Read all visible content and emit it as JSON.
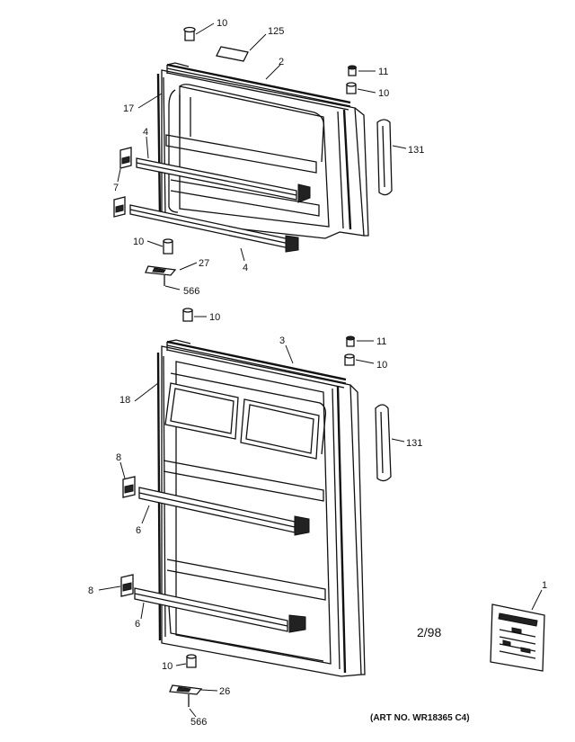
{
  "callouts": {
    "upper": {
      "c10_top": "10",
      "c125": "125",
      "c2": "2",
      "c11": "11",
      "c10_right": "10",
      "c17": "17",
      "c131": "131",
      "c4_upper": "4",
      "c7": "7",
      "c10_left": "10",
      "c27": "27",
      "c4_lower": "4",
      "c566": "566"
    },
    "lower": {
      "c10_top": "10",
      "c3": "3",
      "c11": "11",
      "c10_right": "10",
      "c18": "18",
      "c131": "131",
      "c8_upper": "8",
      "c6_upper": "6",
      "c8_lower": "8",
      "c6_lower": "6",
      "c10_bottom": "10",
      "c26": "26",
      "c566": "566",
      "c1": "1"
    }
  },
  "notes": {
    "date": "2/98",
    "art_no": "(ART NO. WR18365 C4)"
  }
}
